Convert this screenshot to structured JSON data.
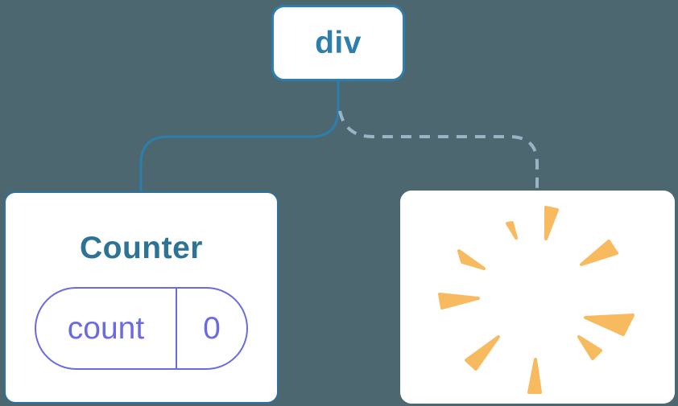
{
  "colors": {
    "background": "#4C6770",
    "accent-blue": "#2E7EAD",
    "title-blue": "#2D7396",
    "card-border-blue": "#2E719C",
    "dashed-blue": "#97B5C7",
    "state-indigo": "#6B6BE1",
    "poof-orange": "#F8BA5E",
    "card-white": "#FFFFFF"
  },
  "tree": {
    "root": {
      "label": "div"
    },
    "counter_card": {
      "title": "Counter",
      "state_pill": {
        "key": "count",
        "value": "0"
      }
    },
    "poof_card": {
      "icon": "poof-starburst-icon"
    }
  }
}
